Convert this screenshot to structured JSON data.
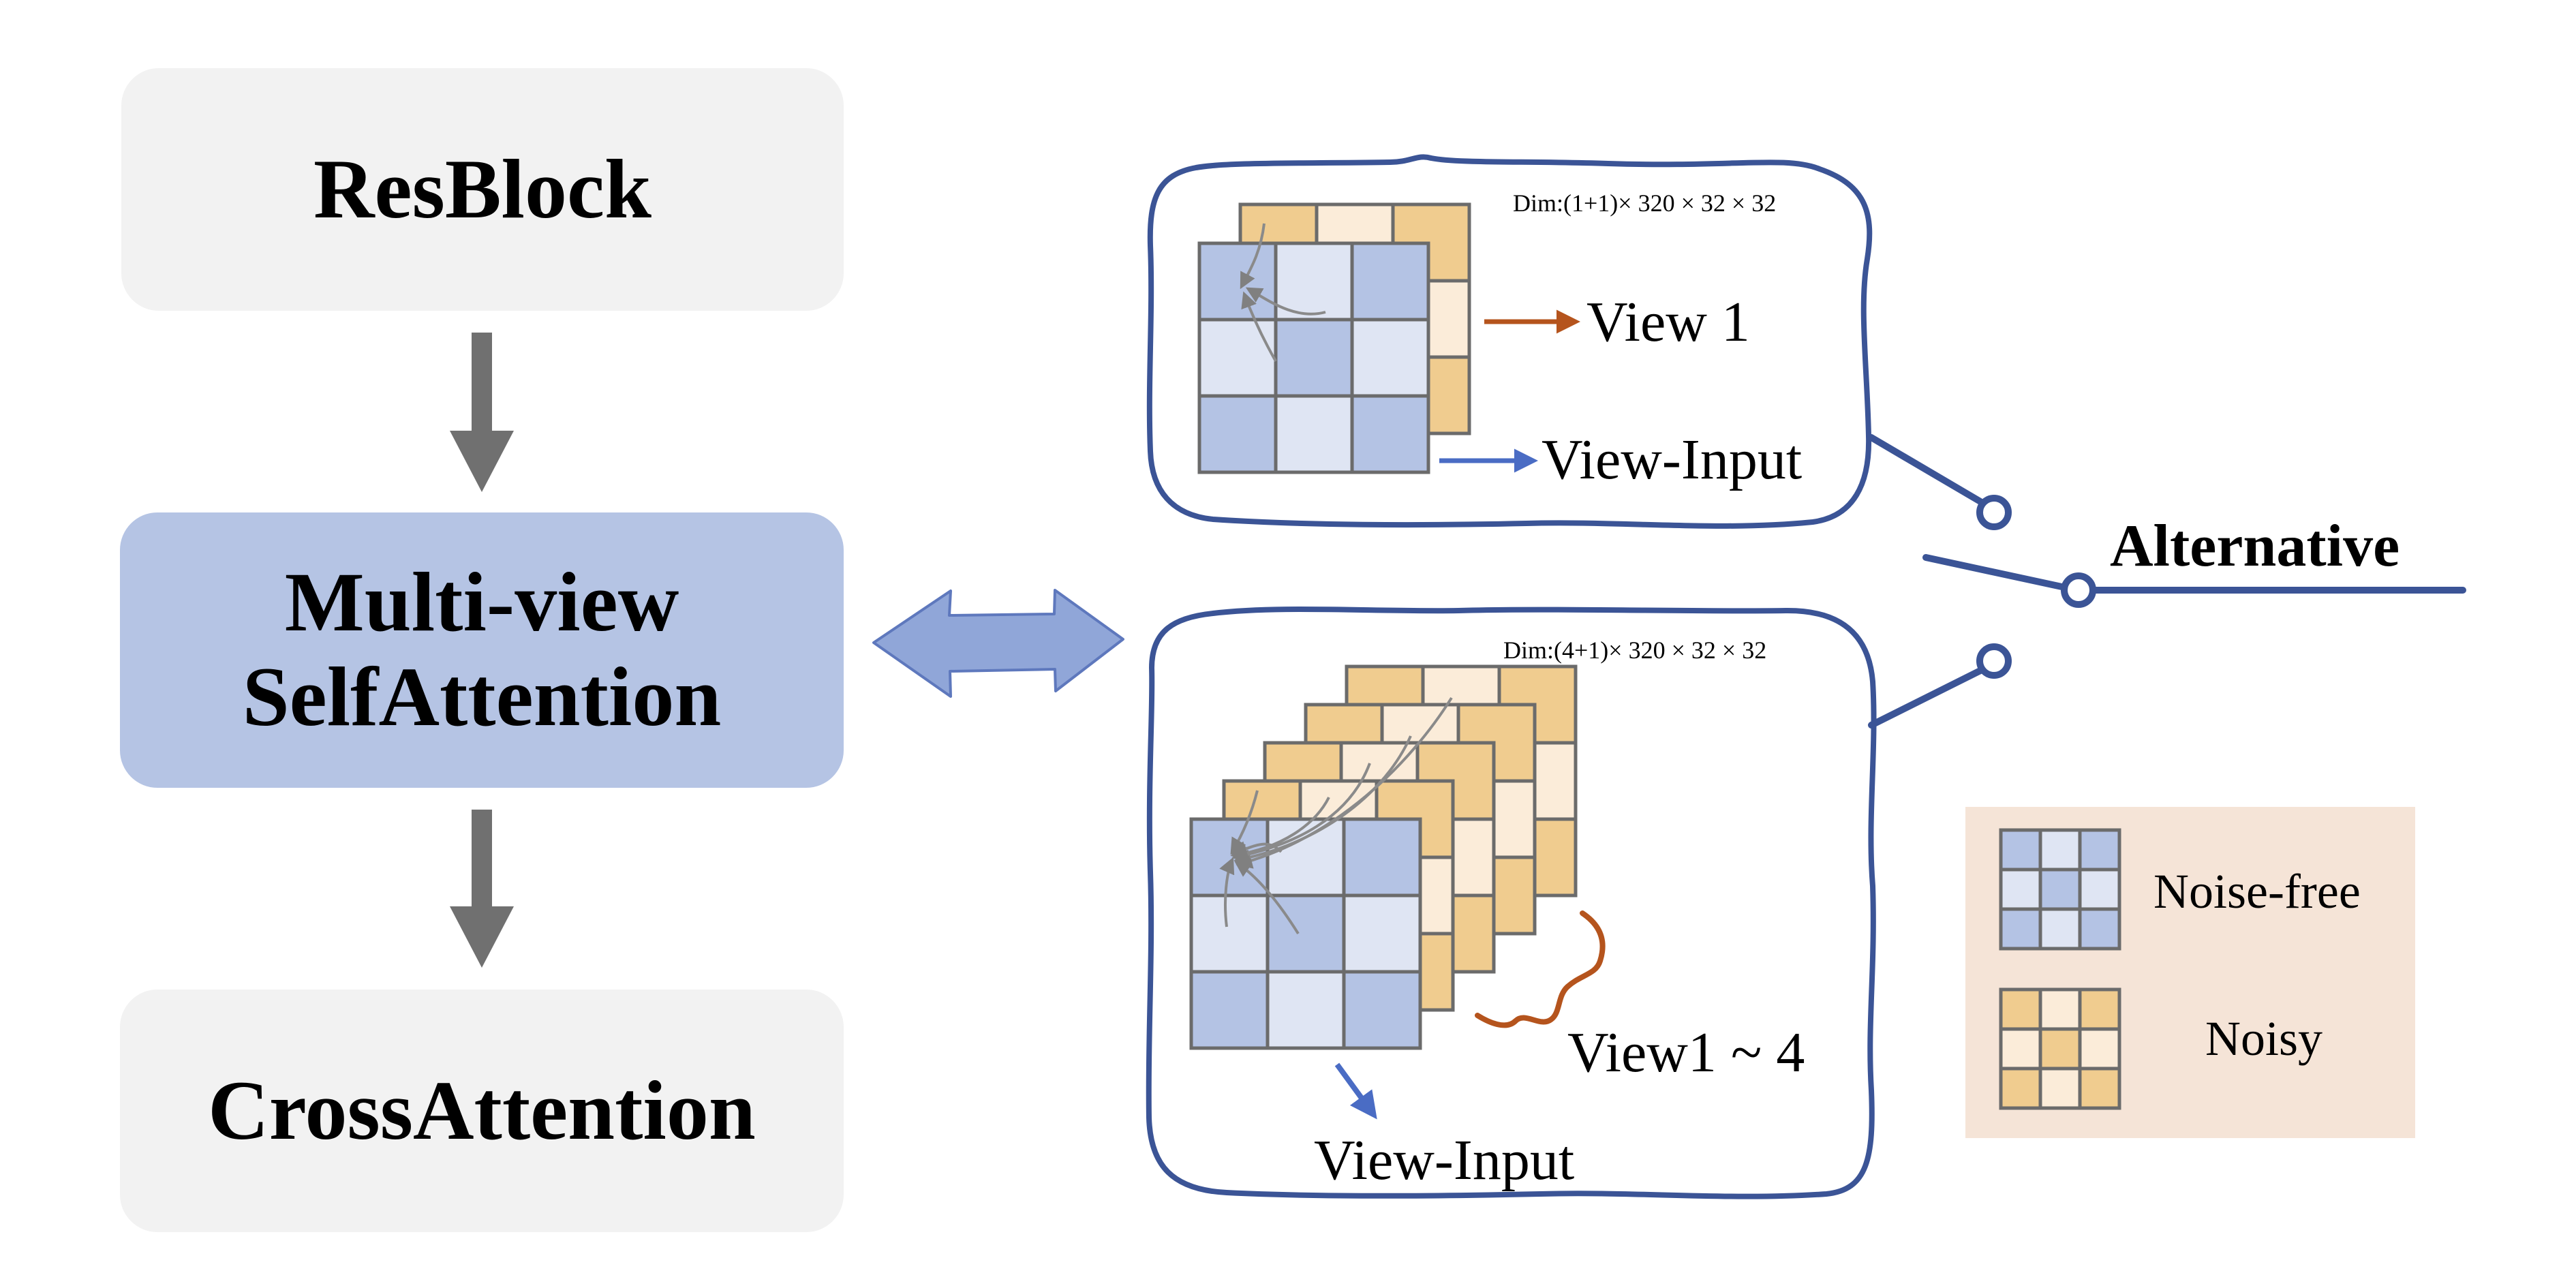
{
  "blocks": {
    "resblock": "ResBlock",
    "mvsa_line1": "Multi-view",
    "mvsa_line2": "SelfAttention",
    "cross": "CrossAttention"
  },
  "panel_top": {
    "dim": "Dim:(1+1)× 320 × 32 × 32",
    "view_label": "View 1",
    "input_label": "View-Input"
  },
  "panel_bottom": {
    "dim": "Dim:(4+1)× 320 × 32 × 32",
    "view_label": "View1 ~ 4",
    "input_label": "View-Input"
  },
  "switch_label": "Alternative",
  "legend": {
    "noise_free": "Noise-free",
    "noisy": "Noisy"
  },
  "colors": {
    "box_gray": "#f2f2f2",
    "box_blue": "#b5c4e4",
    "panel_stroke": "#3b5496",
    "arrow_gray": "#707070",
    "arrow_brown": "#b5541d",
    "arrow_blue": "#4a6cc4",
    "tile_blue_dark": "#b4c3e4",
    "tile_blue_light": "#dfe5f3",
    "tile_orange_dark": "#f0cc8f",
    "tile_orange_light": "#fbecd9",
    "legend_bg": "#f5e4d7"
  }
}
